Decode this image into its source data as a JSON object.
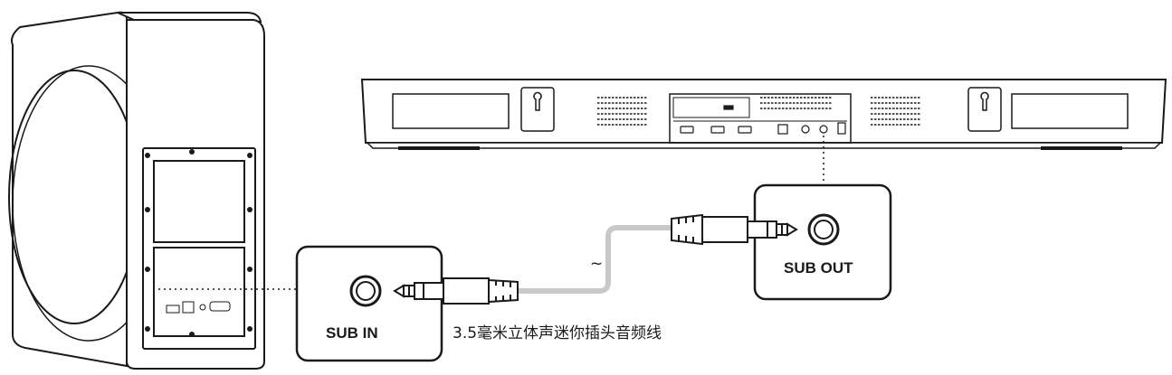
{
  "diagram": {
    "labels": {
      "sub_in": "SUB IN",
      "sub_out": "SUB OUT",
      "tilde": "~",
      "cable_caption": "3.5毫米立体声迷你插头音频线"
    },
    "colors": {
      "stroke": "#1a1a1a",
      "cable": "#c8c8c8",
      "background": "#ffffff"
    },
    "icons": {
      "subwoofer": "subwoofer-icon",
      "soundbar": "soundbar-icon",
      "jack": "audio-jack-icon",
      "plug": "audio-plug-icon"
    }
  }
}
